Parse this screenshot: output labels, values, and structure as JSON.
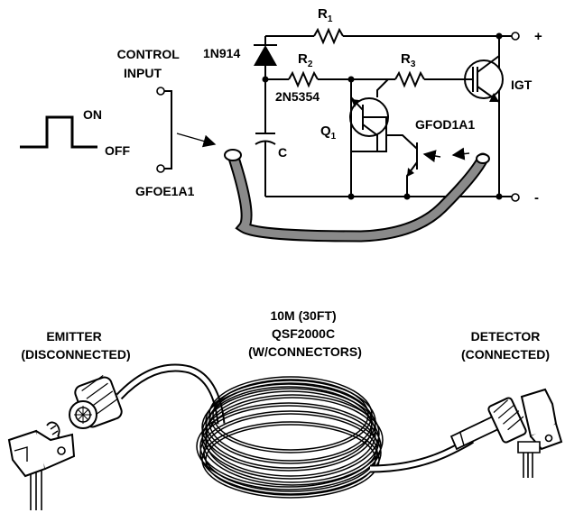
{
  "circuit": {
    "r1": {
      "main": "R",
      "sub": "1"
    },
    "r2": {
      "main": "R",
      "sub": "2"
    },
    "r3": {
      "main": "R",
      "sub": "3"
    },
    "q1": {
      "main": "Q",
      "sub": "1"
    },
    "diode": "1N914",
    "transistor": "2N5354",
    "capacitor": "C",
    "igt": "IGT",
    "detector_part": "GFOD1A1",
    "emitter_part": "GFOE1A1",
    "control_input": [
      "CONTROL",
      "INPUT"
    ],
    "on_label": "ON",
    "off_label": "OFF",
    "plus": "+",
    "minus": "-"
  },
  "cable_assembly": {
    "emitter": [
      "EMITTER",
      "(DISCONNECTED)"
    ],
    "cable": [
      "10M (30FT)",
      "QSF2000C",
      "(W/CONNECTORS)"
    ],
    "detector": [
      "DETECTOR",
      "(CONNECTED)"
    ]
  },
  "colors": {
    "fiber": "#8a8a8a",
    "ink": "#000000"
  }
}
